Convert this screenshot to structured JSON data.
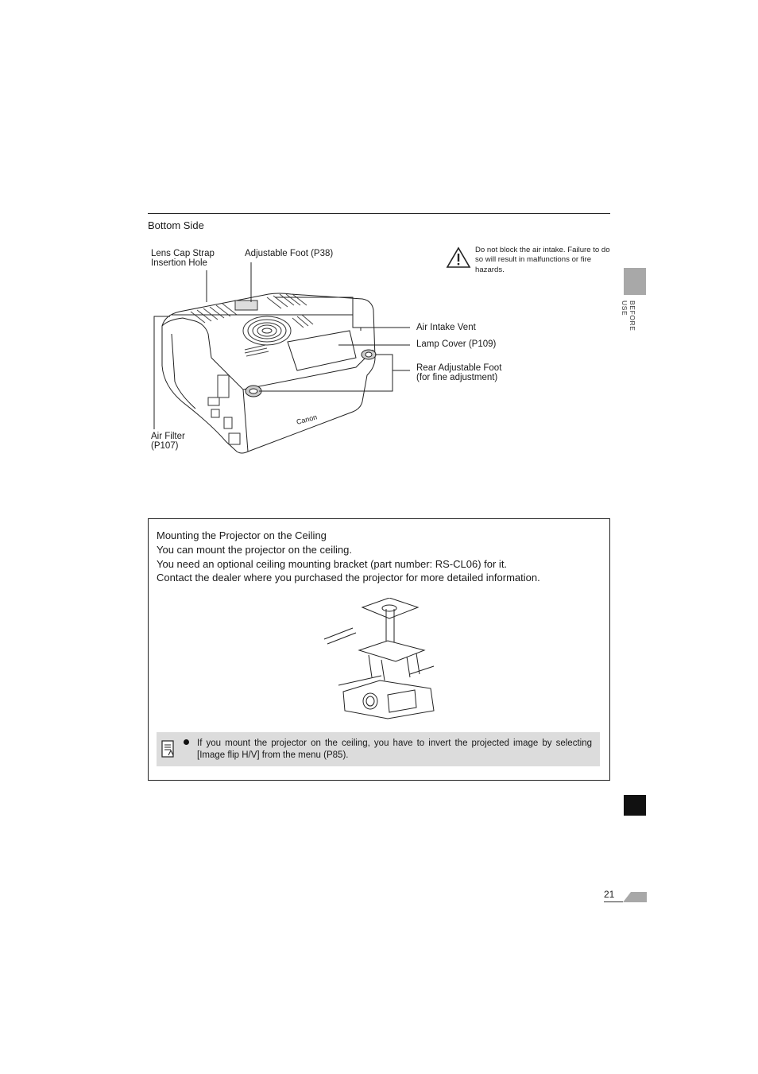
{
  "section": {
    "title": "Bottom Side"
  },
  "callouts": {
    "lens_cap": [
      "Lens Cap Strap",
      "Insertion Hole"
    ],
    "adjustable_foot": "Adjustable Foot (P38)",
    "air_intake": "Air Intake Vent",
    "lamp_cover": "Lamp Cover (P109)",
    "rear_foot": [
      "Rear Adjustable Foot",
      "(for fine adjustment)"
    ],
    "air_filter": [
      "Air Filter",
      "(P107)"
    ],
    "brand": "Canon"
  },
  "warning": {
    "icon": "warning-triangle-icon",
    "text": "Do not block the air intake. Failure to do so will result in malfunctions or fire hazards."
  },
  "side_tab": {
    "label": "BEFORE USE",
    "color": "#a8a8a8"
  },
  "mounting_box": {
    "title": "Mounting the Projector on the Ceiling",
    "lines": [
      "You can mount the projector on the ceiling.",
      "You need an optional ceiling mounting bracket (part number: RS-CL06) for it.",
      "Contact the dealer where you purchased the projector for more detailed information."
    ]
  },
  "note": {
    "icon": "memo-icon",
    "text": "If you mount the projector on the ceiling, you have to invert the projected image by selecting [Image flip H/V] from the menu (P85)."
  },
  "page": {
    "number": "21"
  }
}
